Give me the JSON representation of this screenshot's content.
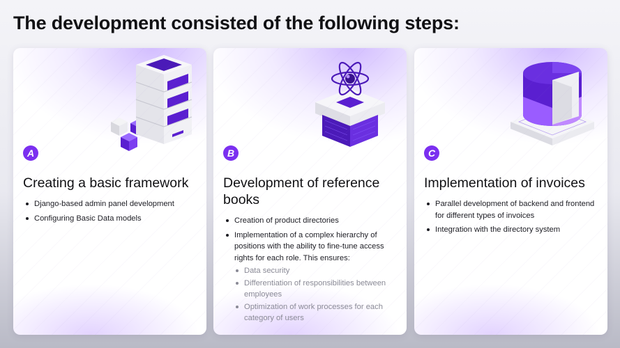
{
  "page": {
    "title": "The development consisted of the following steps:"
  },
  "cards": [
    {
      "badge": "A",
      "title": "Creating a basic framework",
      "bullets": [
        "Django-based admin panel development",
        "Configuring Basic Data models"
      ]
    },
    {
      "badge": "B",
      "title": "Development of reference books",
      "bullets": [
        "Creation of product directories",
        "Implementation of a complex hierarchy of positions with the ability to fine-tune access rights for each role. This ensures:"
      ],
      "sub_bullets": [
        "Data security",
        "Differentiation of responsibilities between employees",
        "Optimization of work processes for each category of users"
      ]
    },
    {
      "badge": "C",
      "title": "Implementation of invoices",
      "bullets": [
        "Parallel development of backend and frontend for different types of invoices",
        "Integration with the directory system"
      ]
    }
  ],
  "icons": [
    "server-stack-icon",
    "atom-platform-icon",
    "pie-chart-icon"
  ],
  "colors": {
    "accent": "#7b2ff0",
    "accent_dark": "#5a1fd0",
    "accent_light": "#c9a6ff",
    "text": "#111114",
    "muted": "#8a8a96"
  }
}
